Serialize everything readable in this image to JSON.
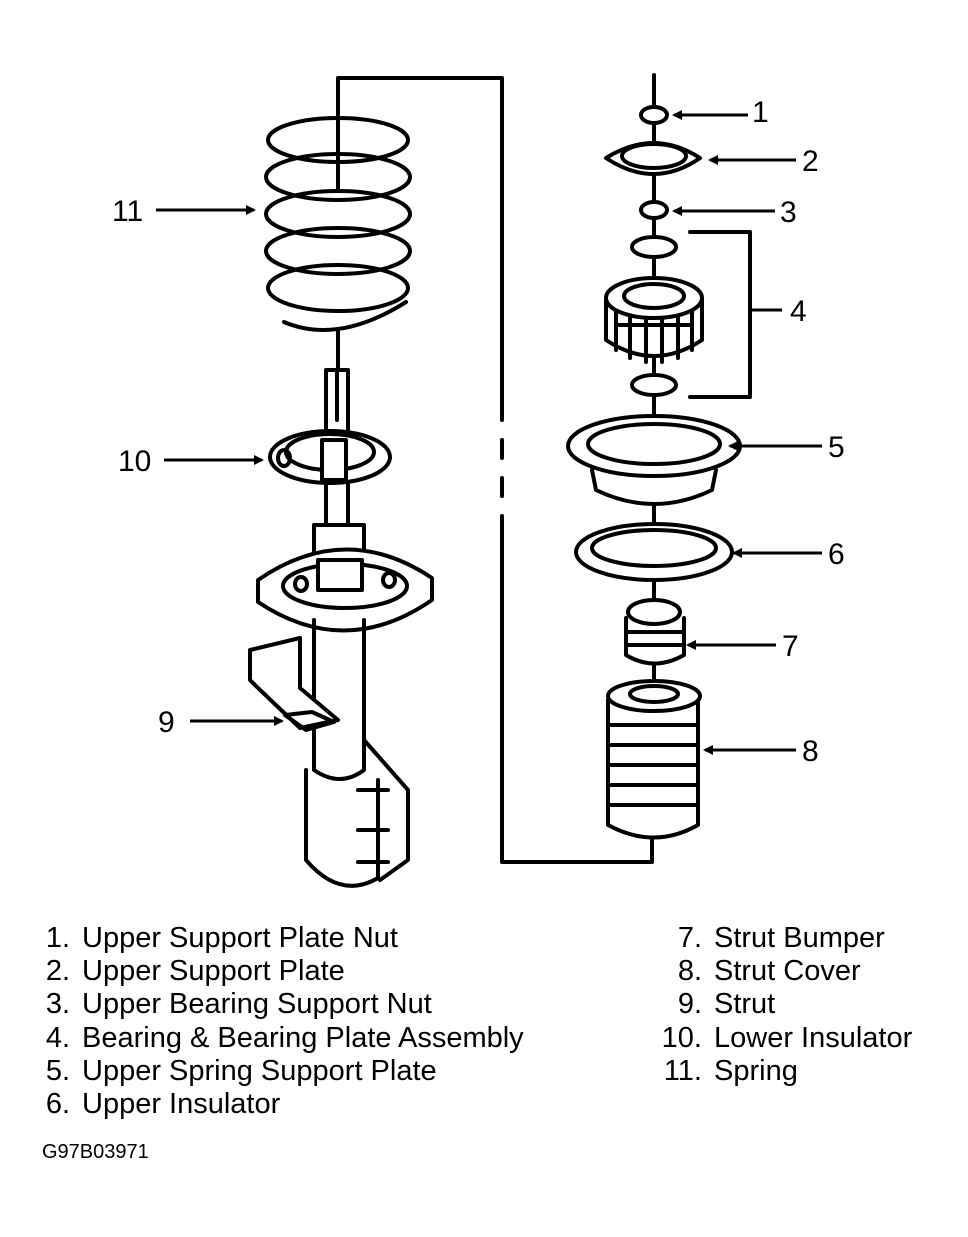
{
  "callouts": [
    "1",
    "2",
    "3",
    "4",
    "5",
    "6",
    "7",
    "8",
    "9",
    "10",
    "11"
  ],
  "legend_left": [
    {
      "num": "1.",
      "label": "Upper Support Plate Nut"
    },
    {
      "num": "2.",
      "label": "Upper Support Plate"
    },
    {
      "num": "3.",
      "label": "Upper Bearing Support Nut"
    },
    {
      "num": "4.",
      "label": "Bearing & Bearing Plate Assembly"
    },
    {
      "num": "5.",
      "label": "Upper Spring Support Plate"
    },
    {
      "num": "6.",
      "label": "Upper Insulator"
    }
  ],
  "legend_right": [
    {
      "num": "7.",
      "label": "Strut Bumper"
    },
    {
      "num": "8.",
      "label": "Strut Cover"
    },
    {
      "num": "9.",
      "label": "Strut"
    },
    {
      "num": "10.",
      "label": "Lower Insulator"
    },
    {
      "num": "11.",
      "label": "Spring"
    }
  ],
  "figure_code": "G97B03971"
}
